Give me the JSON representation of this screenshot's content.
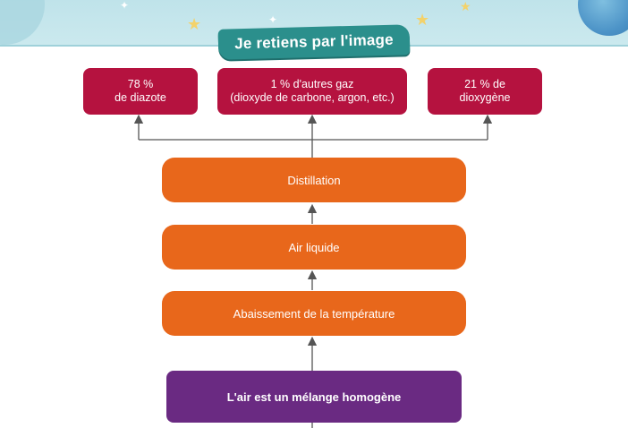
{
  "header": {
    "title": "Je retiens par l'image"
  },
  "diagram": {
    "outputs": [
      {
        "text": "78 %\nde diazote"
      },
      {
        "text": "1 % d'autres gaz\n(dioxyde de carbone, argon, etc.)"
      },
      {
        "text": "21 % de\ndioxygène"
      }
    ],
    "steps": [
      {
        "text": "Distillation"
      },
      {
        "text": "Air liquide"
      },
      {
        "text": "Abaissement de la température"
      }
    ],
    "start": {
      "text": "L'air est un mélange homogène"
    }
  },
  "colors": {
    "header_tag": "#2b8f8c",
    "output_box": "#b5123f",
    "step_box": "#e8671b",
    "start_box": "#6a2a82",
    "arrow": "#555555"
  }
}
